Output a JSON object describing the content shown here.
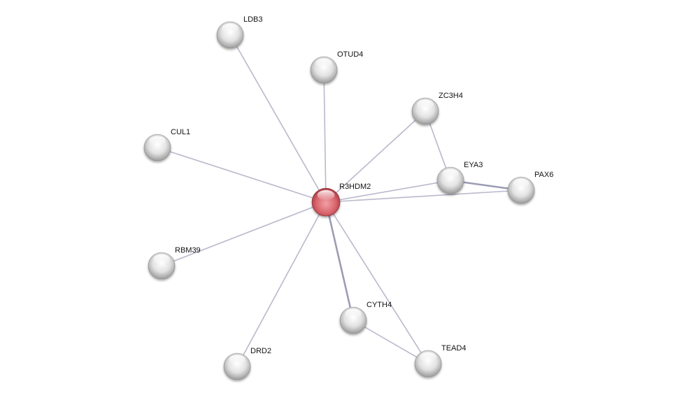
{
  "network": {
    "query_node": "R3HDM2",
    "colors": {
      "query": "#d9505a",
      "neighbor": "#d8d8d8",
      "edge": "#b9b9cc",
      "edge_strong": "#9c9cb4"
    },
    "nodes": [
      {
        "id": "R3HDM2",
        "label": "R3HDM2",
        "query": true
      },
      {
        "id": "LDB3",
        "label": "LDB3"
      },
      {
        "id": "OTUD4",
        "label": "OTUD4"
      },
      {
        "id": "ZC3H4",
        "label": "ZC3H4"
      },
      {
        "id": "CUL1",
        "label": "CUL1"
      },
      {
        "id": "EYA3",
        "label": "EYA3"
      },
      {
        "id": "PAX6",
        "label": "PAX6"
      },
      {
        "id": "RBM39",
        "label": "RBM39"
      },
      {
        "id": "CYTH4",
        "label": "CYTH4"
      },
      {
        "id": "DRD2",
        "label": "DRD2"
      },
      {
        "id": "TEAD4",
        "label": "TEAD4"
      }
    ],
    "edges": [
      {
        "source": "R3HDM2",
        "target": "LDB3",
        "strength": 1
      },
      {
        "source": "R3HDM2",
        "target": "OTUD4",
        "strength": 1
      },
      {
        "source": "R3HDM2",
        "target": "ZC3H4",
        "strength": 1
      },
      {
        "source": "R3HDM2",
        "target": "CUL1",
        "strength": 1
      },
      {
        "source": "R3HDM2",
        "target": "EYA3",
        "strength": 1
      },
      {
        "source": "R3HDM2",
        "target": "PAX6",
        "strength": 1
      },
      {
        "source": "R3HDM2",
        "target": "RBM39",
        "strength": 1
      },
      {
        "source": "R3HDM2",
        "target": "CYTH4",
        "strength": 2
      },
      {
        "source": "R3HDM2",
        "target": "DRD2",
        "strength": 1
      },
      {
        "source": "R3HDM2",
        "target": "TEAD4",
        "strength": 1
      },
      {
        "source": "ZC3H4",
        "target": "EYA3",
        "strength": 1
      },
      {
        "source": "EYA3",
        "target": "PAX6",
        "strength": 2
      },
      {
        "source": "CYTH4",
        "target": "TEAD4",
        "strength": 1
      }
    ]
  }
}
